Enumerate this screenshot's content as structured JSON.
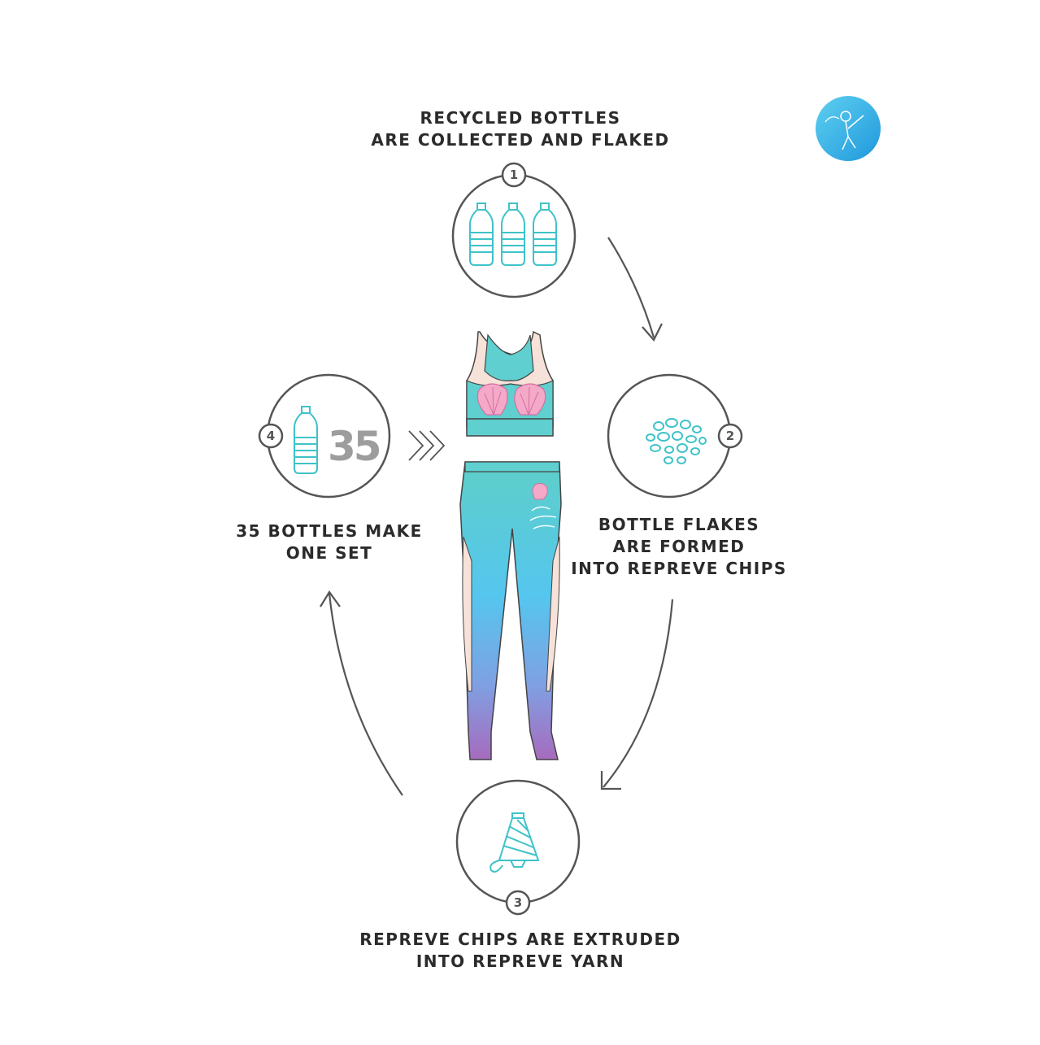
{
  "steps": [
    {
      "number": "1",
      "caption": [
        "RECYCLED BOTTLES",
        "ARE COLLECTED AND FLAKED"
      ]
    },
    {
      "number": "2",
      "caption": [
        "BOTTLE FLAKES",
        "ARE FORMED",
        "INTO REPREVE CHIPS"
      ]
    },
    {
      "number": "3",
      "caption": [
        "REPREVE CHIPS ARE EXTRUDED",
        "INTO REPREVE YARN"
      ]
    },
    {
      "number": "4",
      "caption": [
        "35 BOTTLES MAKE",
        "ONE SET"
      ]
    }
  ],
  "bottle_count": "35",
  "colors": {
    "line": "#555555",
    "icon": "#3ec3c9",
    "logo": "#2fa9e0",
    "shell": "#f4a9c8",
    "teal": "#5fcfcf",
    "purple": "#a06cc0"
  }
}
